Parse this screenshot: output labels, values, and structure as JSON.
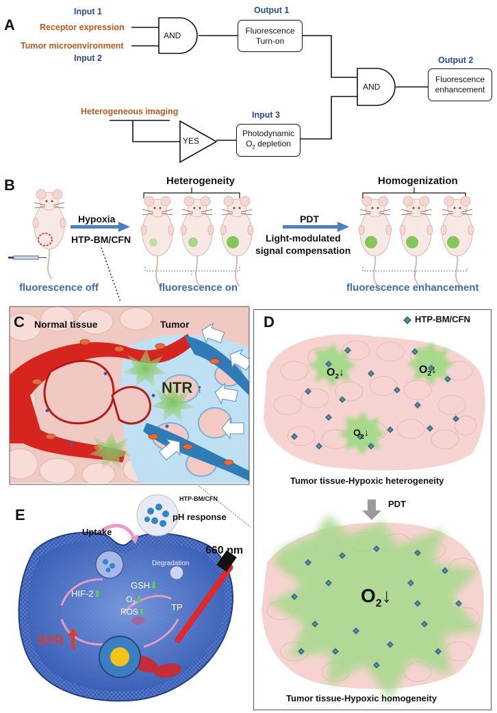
{
  "panel_a": {
    "letter": "A",
    "input1_label": "Input 1",
    "input1_text": "Receptor expression",
    "input2_text": "Tumor microenvironment",
    "input2_label": "Input 2",
    "gate1": "AND",
    "output1_label": "Output 1",
    "output1_box": [
      "Fluorescence",
      "Turn-on"
    ],
    "gate2": "AND",
    "output2_label": "Output 2",
    "output2_box": [
      "Fluorescence",
      "enhancement"
    ],
    "input3_text": "Heterogeneous imaging",
    "gate3": "YES",
    "input3_label": "Input 3",
    "input3_box_line1": "Photodynamic",
    "input3_box_line2_a": "O",
    "input3_box_line2_sub": "2",
    "input3_box_line2_b": " depletion"
  },
  "panel_b": {
    "letter": "B",
    "heterogeneity": "Heterogeneity",
    "homogenization": "Homogenization",
    "hypoxia": "Hypoxia",
    "probe": "HTP-BM/CFN",
    "pdt": "PDT",
    "light_line1": "Light-modulated",
    "light_line2": "signal compensation",
    "caption_off": "fluorescence off",
    "caption_on": "fluorescence on",
    "caption_enh": "fluorescence enhancement"
  },
  "panel_c": {
    "letter": "C",
    "normal": "Normal tissue",
    "tumor": "Tumor",
    "ntr": "NTR"
  },
  "panel_d": {
    "letter": "D",
    "legend": "HTP-BM/CFN",
    "o2": "O",
    "o2_sub": "2",
    "caption_top": "Tumor tissue-Hypoxic heterogeneity",
    "pdt": "PDT",
    "caption_bottom": "Tumor tissue-Hypoxic homogeneity"
  },
  "panel_e": {
    "letter": "E",
    "nanoparticle": "HTP-BM/CFN",
    "ph": "pH response",
    "uptake": "Uptake",
    "laser": "660 nm",
    "degradation": "Degradation",
    "hif": "HIF-2",
    "gsh": "GSH",
    "o2": "O",
    "o2_sub": "2",
    "ros": "ROS",
    "tp": "TP",
    "ntr": "NTR"
  },
  "colors": {
    "label_blue": "#2b4a8a",
    "label_orange": "#c0581e",
    "caption_blue": "#3b6bb0",
    "tumor_green": "#9fd28a",
    "tissue_pink": "#f6d3d0",
    "vessel_red": "#d6241f",
    "vessel_blue": "#3f8fc9",
    "cell_blue": "#3a5fb6"
  }
}
